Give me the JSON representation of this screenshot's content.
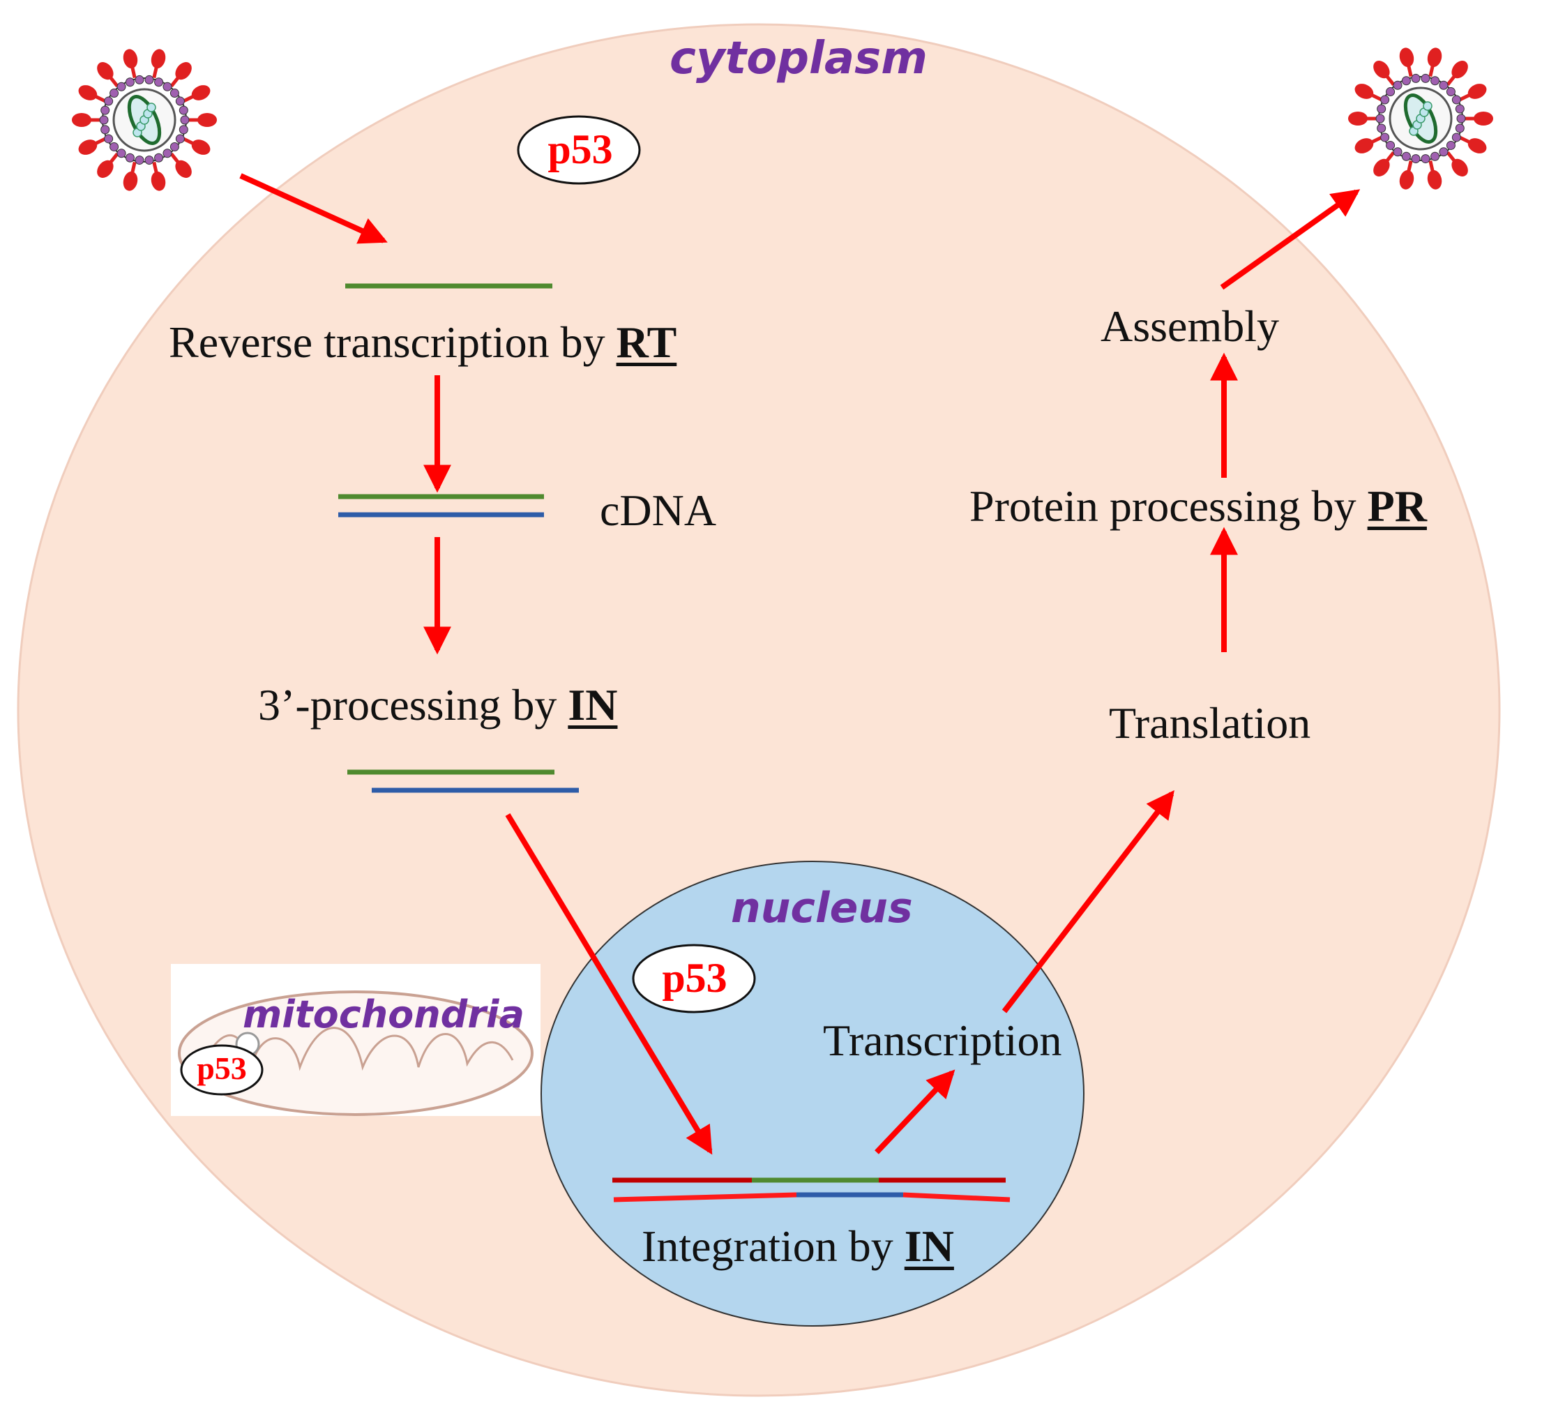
{
  "compartments": {
    "cytoplasm": "cytoplasm",
    "nucleus": "nucleus",
    "mitochondria": "mitochondria"
  },
  "protein": {
    "label": "p53"
  },
  "steps": {
    "reverse_transcription": {
      "text": "Reverse transcription by ",
      "enzyme": "RT"
    },
    "cdna": {
      "text": "cDNA"
    },
    "three_processing": {
      "text": "3’-processing by ",
      "enzyme": "IN"
    },
    "integration": {
      "text": "Integration by ",
      "enzyme": "IN"
    },
    "transcription": {
      "text": "Transcription"
    },
    "translation": {
      "text": "Translation"
    },
    "protein_processing": {
      "text": "Protein processing by ",
      "enzyme": "PR"
    },
    "assembly": {
      "text": "Assembly"
    }
  },
  "colors": {
    "cytoplasm_fill": "#fce4d6",
    "nucleus_fill": "#b4d6ee",
    "compartment_label": "#7030a0",
    "arrow": "#ff0000",
    "strand_green": "#4f8a2f",
    "strand_blue": "#2e5ca8",
    "strand_host_dark": "#c00000",
    "strand_host_bright": "#ff1a1a",
    "virus_spike": "#e02020",
    "virus_membrane": "#a060b0"
  },
  "icons": [
    "hiv-virion-icon",
    "mitochondrion-icon"
  ]
}
